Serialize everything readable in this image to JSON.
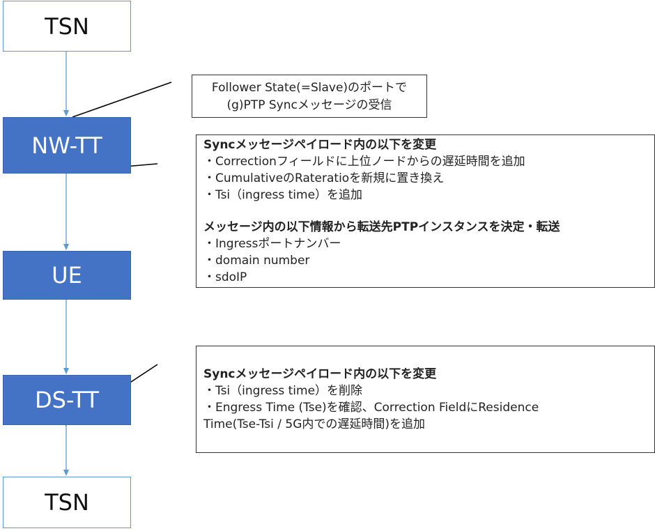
{
  "nodes": {
    "tsn_top": "TSN",
    "nw_tt": "NW-TT",
    "ue": "UE",
    "ds_tt": "DS-TT",
    "tsn_bottom": "TSN"
  },
  "notes": {
    "receive": {
      "lines": [
        "Follower State(=Slave)のポートで",
        "(g)PTP Syncメッセージの受信"
      ]
    },
    "nwtt": {
      "heading1": "Syncメッセージペイロード内の以下を変更",
      "items1": [
        "・Correctionフィールドに上位ノードからの遅延時間を追加",
        "・CumulativeのRateratioを新規に置き換え",
        "・Tsi（ingress time）を追加"
      ],
      "heading2": "メッセージ内の以下情報から転送先PTPインスタンスを決定・転送",
      "items2": [
        "・Ingressポートナンバー",
        "・domain number",
        "・sdoIP"
      ]
    },
    "dstt": {
      "heading": "Syncメッセージペイロード内の以下を変更",
      "items": [
        "・Tsi（ingress time）を削除",
        "・Engress Time (Tse)を確認、Correction FieldにResidence",
        "Time(Tse-Tsi / 5G内での遅延時間)を追加"
      ]
    }
  },
  "colors": {
    "node_fill": "#4472c4",
    "node_outline": "#5b9bd5",
    "arrow": "#5b9bd5",
    "callout": "#000000"
  }
}
